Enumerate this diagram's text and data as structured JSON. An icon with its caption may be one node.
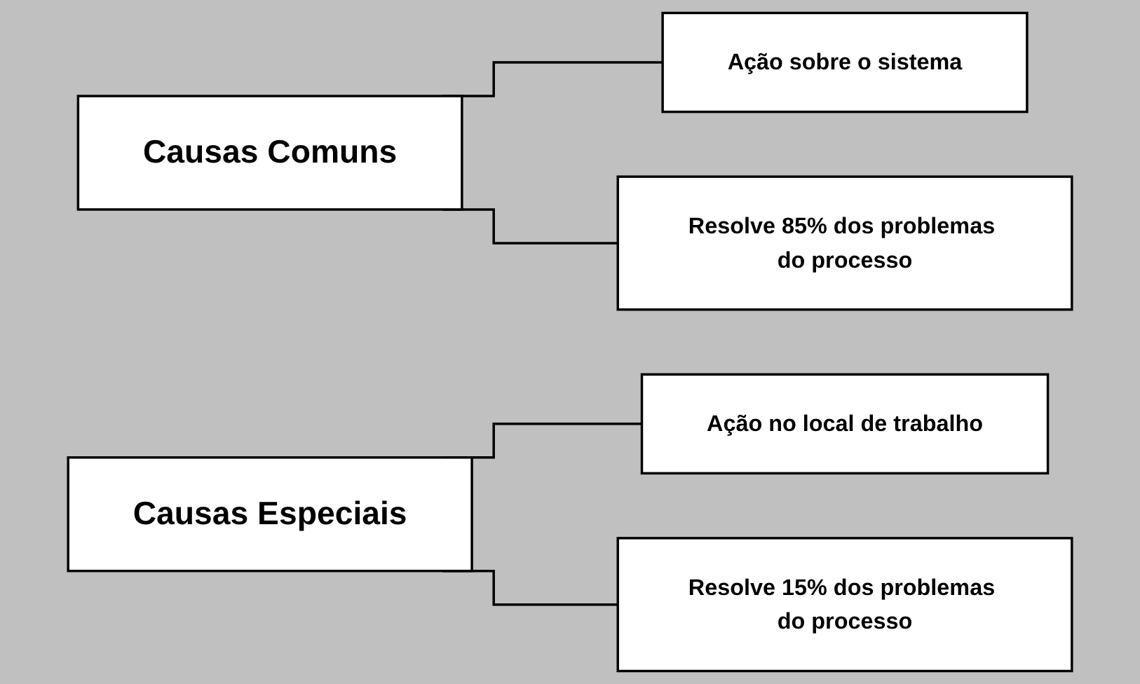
{
  "diagram": {
    "nodes": [
      {
        "text": [
          "Causas Comuns"
        ]
      },
      {
        "text": [
          "Ação sobre o sistema"
        ]
      },
      {
        "text": [
          "Resolve 85% dos problemas do processo"
        ]
      },
      {
        "text": [
          "Causas Especiais"
        ]
      },
      {
        "text": [
          "Ação no local de trabalho"
        ]
      },
      {
        "text": [
          "Resolve 15% dos problemas do processo"
        ]
      }
    ],
    "edges": [
      {
        "from": 0,
        "to": 1,
        "arrow": "none"
      },
      {
        "from": 0,
        "to": 2,
        "arrow": "none"
      },
      {
        "from": 3,
        "to": 4,
        "arrow": "none"
      },
      {
        "from": 3,
        "to": 5,
        "arrow": "none"
      }
    ]
  }
}
